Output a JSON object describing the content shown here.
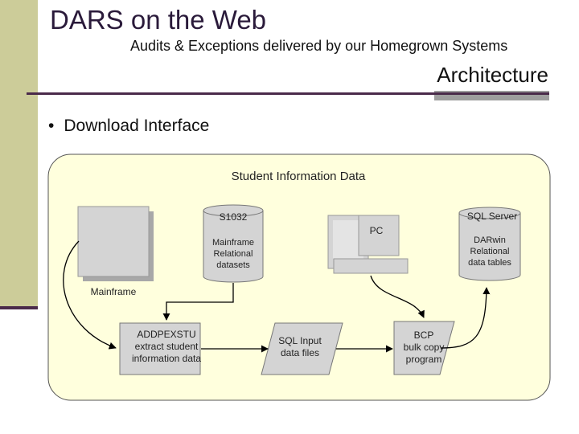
{
  "slide": {
    "title": "DARS on the Web",
    "subtitle": "Audits & Exceptions delivered by our Homegrown Systems",
    "section": "Architecture",
    "bullet": "Download Interface"
  },
  "colors": {
    "sidebar": "#cccc99",
    "rule": "#4a2a4a",
    "panel_fill": "#ffffdd",
    "shape_fill": "#d4d4d4"
  },
  "diagram": {
    "panel_title": "Student Information Data",
    "s1032": "S1032",
    "sql_server": "SQL Server",
    "pc": "PC",
    "mainframe_db": [
      "Mainframe",
      "Relational",
      "datasets"
    ],
    "darwin_db": [
      "DARwin",
      "Relational",
      "data tables"
    ],
    "mainframe": "Mainframe",
    "addpexstu": [
      "ADDPEXSTU",
      "extract student",
      "information data"
    ],
    "sql_input": [
      "SQL Input",
      "data files"
    ],
    "bcp": [
      "BCP",
      "bulk copy",
      "program"
    ]
  }
}
